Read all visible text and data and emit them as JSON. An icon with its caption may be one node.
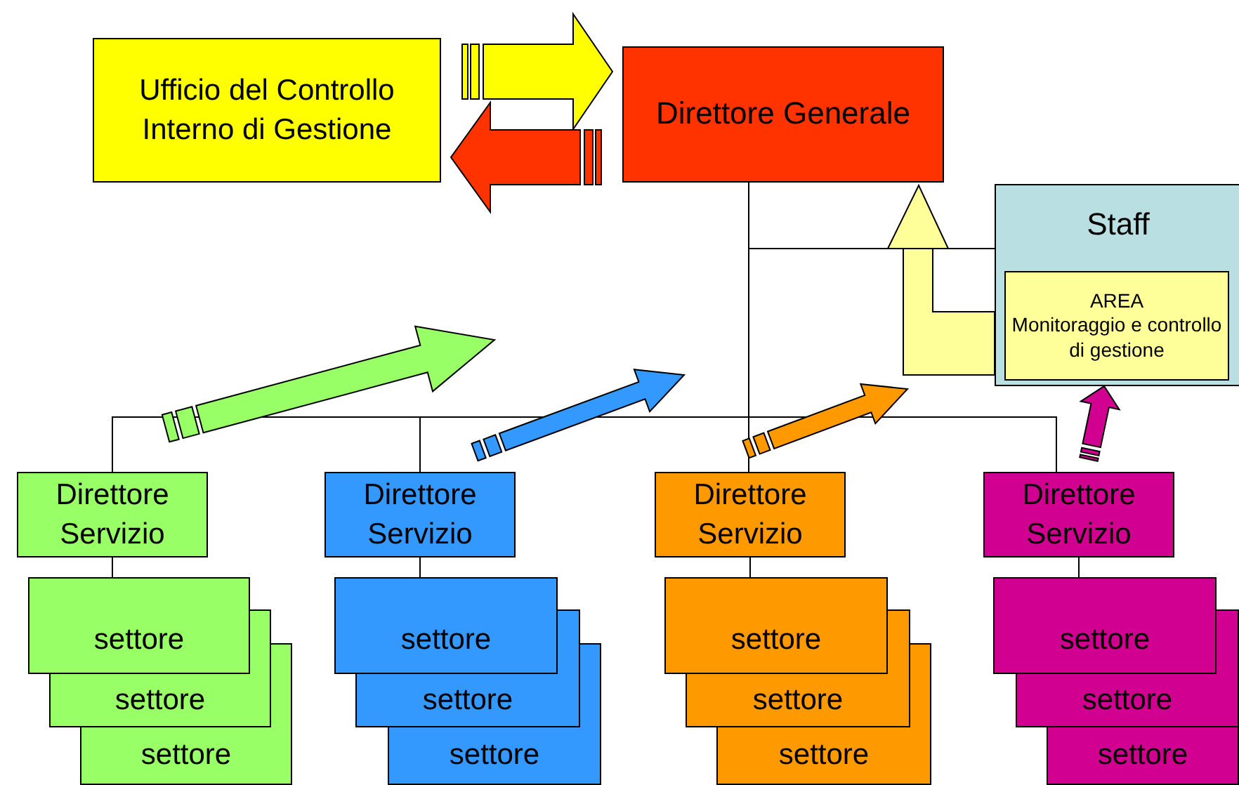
{
  "diagram": {
    "nodes": [
      {
        "text": [
          "Ufficio del Controllo Interno di Gestione"
        ]
      },
      {
        "text": [
          "Direttore Generale"
        ]
      },
      {
        "text": [
          "Staff"
        ]
      },
      {
        "text": [
          "AREA",
          "Monitoraggio e controllo di gestione"
        ],
        "in": 2
      },
      {
        "text": [
          "Direttore Servizio"
        ]
      },
      {
        "text": [
          "settore"
        ]
      },
      {
        "text": [
          "settore"
        ]
      },
      {
        "text": [
          "settore"
        ]
      },
      {
        "text": [
          "Direttore Servizio"
        ]
      },
      {
        "text": [
          "settore"
        ]
      },
      {
        "text": [
          "settore"
        ]
      },
      {
        "text": [
          "settore"
        ]
      },
      {
        "text": [
          "Direttore Servizio"
        ]
      },
      {
        "text": [
          "settore"
        ]
      },
      {
        "text": [
          "settore"
        ]
      },
      {
        "text": [
          "settore"
        ]
      },
      {
        "text": [
          "Direttore Servizio"
        ]
      },
      {
        "text": [
          "settore"
        ]
      },
      {
        "text": [
          "settore"
        ]
      },
      {
        "text": [
          "settore"
        ]
      }
    ],
    "edges": [
      {
        "from": 0,
        "to": 1,
        "arrow": "to",
        "style": "thick",
        "color": "#ffff00"
      },
      {
        "from": 1,
        "to": 0,
        "arrow": "to",
        "style": "thick",
        "color": "#ff3300"
      },
      {
        "from": 3,
        "to": 1,
        "arrow": "to",
        "style": "thick",
        "color": "#ffff99"
      },
      {
        "from": 4,
        "to": null,
        "arrow": "to",
        "style": "thick",
        "color": "#99ff66"
      },
      {
        "from": 8,
        "to": null,
        "arrow": "to",
        "style": "thick",
        "color": "#3399ff"
      },
      {
        "from": 12,
        "to": null,
        "arrow": "to",
        "style": "thick",
        "color": "#ff9900"
      },
      {
        "from": 16,
        "to": 2,
        "arrow": "to",
        "style": "thick",
        "color": "#d10090"
      },
      {
        "from": 1,
        "to": 2,
        "arrow": "none"
      },
      {
        "from": 1,
        "to": 4,
        "arrow": "none"
      },
      {
        "from": 1,
        "to": 8,
        "arrow": "none"
      },
      {
        "from": 1,
        "to": 12,
        "arrow": "none"
      },
      {
        "from": 1,
        "to": 16,
        "arrow": "none"
      },
      {
        "from": 4,
        "to": 5,
        "arrow": "none"
      },
      {
        "from": 8,
        "to": 9,
        "arrow": "none"
      },
      {
        "from": 12,
        "to": 13,
        "arrow": "none"
      },
      {
        "from": 16,
        "to": 17,
        "arrow": "none"
      }
    ]
  }
}
